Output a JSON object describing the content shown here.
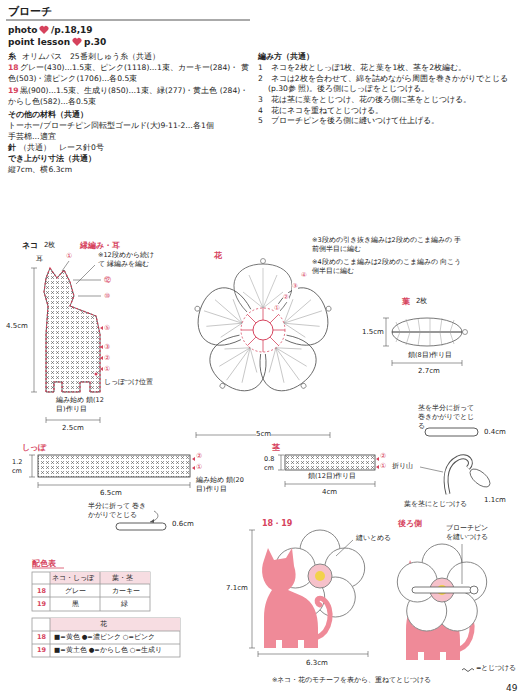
{
  "diagram": {
    "title": "ブローチ",
    "labels": [
      "photo",
      "/p.18,19",
      "point lesson",
      "p.30",
      "糸",
      "オリムパス　25番刺しゅう糸（共通）",
      "18",
      "グレー(430)…1.5束、ピンク(1118)…1束、カーキー(284)・ 黄色(503)・濃ピンク(1706)…各0.5束",
      "19",
      "黒(900)…1.5束、生成り(850)…1束、緑(277)・黄土色 (284)・からし色(582)…各0.5束",
      "その他の材料（共通）",
      "トーホー/ブローチピン回転型ゴールド(大)9-11-2…各1個",
      "手芸棉…適宜",
      "針",
      "（共通）　レース針0号",
      "でき上がり寸法（共通）",
      "縦7cm、横6.3cm",
      "編み方（共通）",
      "1　ネコを2枚としっぽ1枚、花と葉を1枚、茎を2枚編む。",
      "2　ネコは2枚を合わせて、綿を詰めながら周囲を巻きかがりでとじる(p.30参 照)。後ろ側にしっぽをとじつける。",
      "3　花は茎に葉をとじつけ、花の後ろ側に茎をとじつける。",
      "4　花にネコを重ねてとじつける。",
      "5　ブローチピンを後ろ側に縫いつけて仕上げる。",
      "ネコ",
      "2枚",
      "縁編み・耳",
      "耳",
      "①",
      "※12段めから続けて 縁編みを編む",
      "⑫",
      "⑩",
      "⑤",
      "③",
      "②",
      "①",
      "4.5cm",
      "しっぽつけ位置",
      "編み始め 鎖(12目)作り目",
      "2.5cm",
      "花",
      "※3段めの引き抜き編みは2段めのこま編みの 手前側半目に編む",
      "※4段めのこま編みは2段めのこま編みの 向こう側半目に編む",
      "①",
      "②",
      "③",
      "④",
      "5cm",
      "葉",
      "2枚",
      "1.5cm",
      "鎖(8目)作り目",
      "2.7cm",
      "しっぽ",
      "1.2 cm",
      "②",
      "①",
      "6.5cm",
      "編み始め 鎖(20目)作り目",
      "半分に折って 巻きかがりでとじる",
      "0.6cm",
      "茎",
      "0.8 cm",
      "②",
      "①",
      "鎖(12目)作り目",
      "4cm",
      "茎を半分に折って 巻きかがりでとじる",
      "0.4cm",
      "折り山",
      "葉を茎にとじつける",
      "1.1cm",
      "18・19",
      "縫いとめる",
      "7.1cm",
      "6.3cm",
      "後ろ側",
      "ブローチピン を縫いつける",
      "※ネコ・花のモチーフを表から、重ねてとじつける",
      "配色表",
      "ネコ・しっぽ",
      "葉・茎",
      "18",
      "グレー",
      "カーキー",
      "19",
      "黒",
      "緑",
      "花",
      "18",
      "■=黄色 ●=濃ピンク ○=ピンク",
      "19",
      "■=黄土色 ●=からし色 ○=生成り",
      "49"
    ],
    "legend": [
      {
        "text": "=とじつける"
      }
    ]
  }
}
